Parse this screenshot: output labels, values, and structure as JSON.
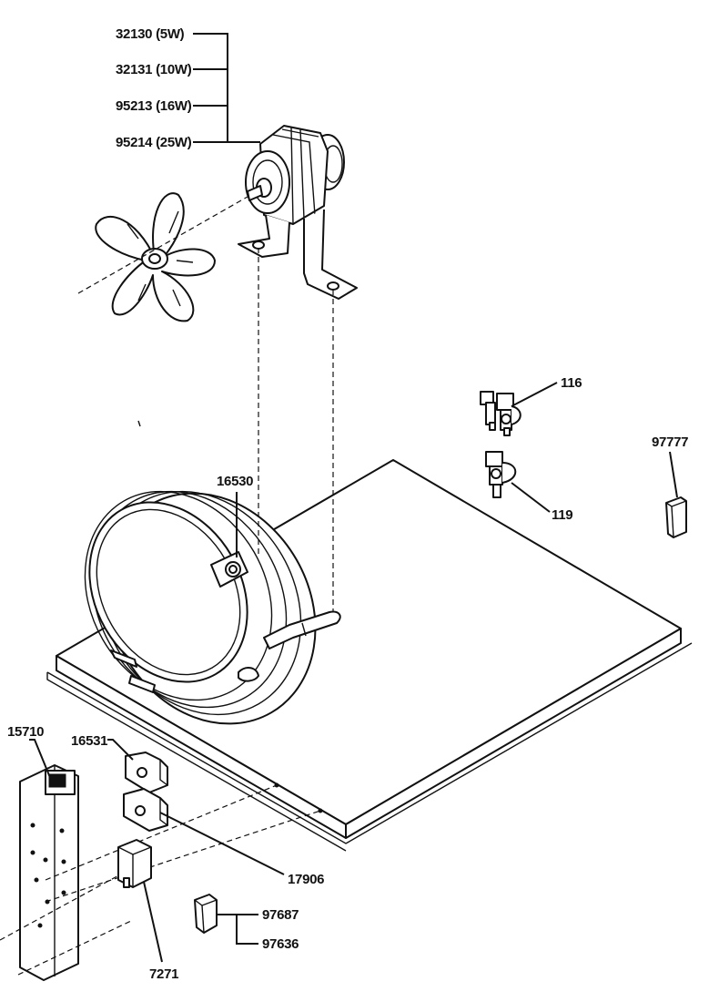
{
  "labels": {
    "motor_5w": "32130 (5W)",
    "motor_10w": "32131 (10W)",
    "motor_16w": "95213 (16W)",
    "motor_25w": "95214 (25W)",
    "valve_116": "116",
    "valve_119": "119",
    "knob_97777": "97777",
    "clamp_16530": "16530",
    "switch_15710": "15710",
    "terminal_16531": "16531",
    "terminal_17906": "17906",
    "knob_97687": "97687",
    "knob_97636": "97636",
    "relay_7271": "7271"
  }
}
